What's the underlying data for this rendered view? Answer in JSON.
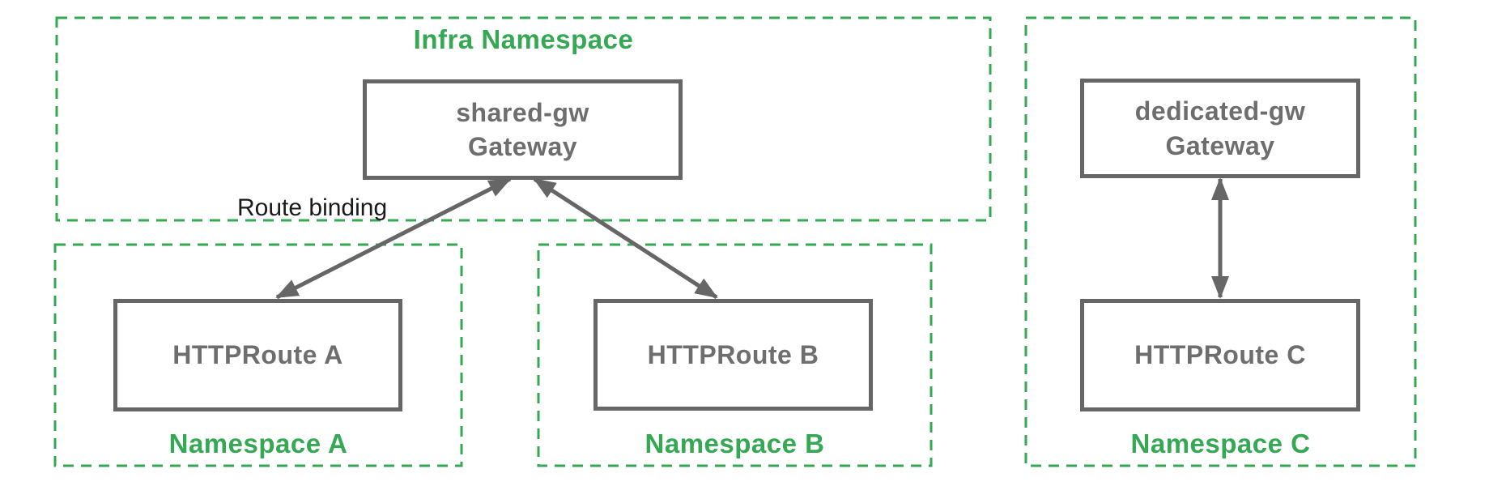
{
  "namespaces": [
    {
      "id": "infra",
      "label": "Infra Namespace"
    },
    {
      "id": "a",
      "label": "Namespace A"
    },
    {
      "id": "b",
      "label": "Namespace B"
    },
    {
      "id": "c",
      "label": "Namespace C"
    }
  ],
  "nodes": [
    {
      "id": "shared-gw",
      "line1": "shared-gw",
      "line2": "Gateway",
      "namespace": "Infra Namespace"
    },
    {
      "id": "httproute-a",
      "line1": "HTTPRoute A",
      "namespace": "Namespace A"
    },
    {
      "id": "httproute-b",
      "line1": "HTTPRoute B",
      "namespace": "Namespace B"
    },
    {
      "id": "dedicated-gw",
      "line1": "dedicated-gw",
      "line2": "Gateway",
      "namespace": "Namespace C"
    },
    {
      "id": "httproute-c",
      "line1": "HTTPRoute C",
      "namespace": "Namespace C"
    }
  ],
  "edges": [
    {
      "from": "httproute-a",
      "to": "shared-gw",
      "label": "Route binding",
      "style": "double-arrow"
    },
    {
      "from": "httproute-b",
      "to": "shared-gw",
      "label": "",
      "style": "double-arrow"
    },
    {
      "from": "httproute-c",
      "to": "dedicated-gw",
      "label": "",
      "style": "double-arrow"
    }
  ],
  "colors": {
    "namespace_border": "#34A853",
    "namespace_label": "#34A853",
    "node_border": "#666666",
    "node_text": "#6E6E6E",
    "edge": "#666666",
    "edge_label": "#1A1A1A",
    "background": "#FFFFFF"
  }
}
